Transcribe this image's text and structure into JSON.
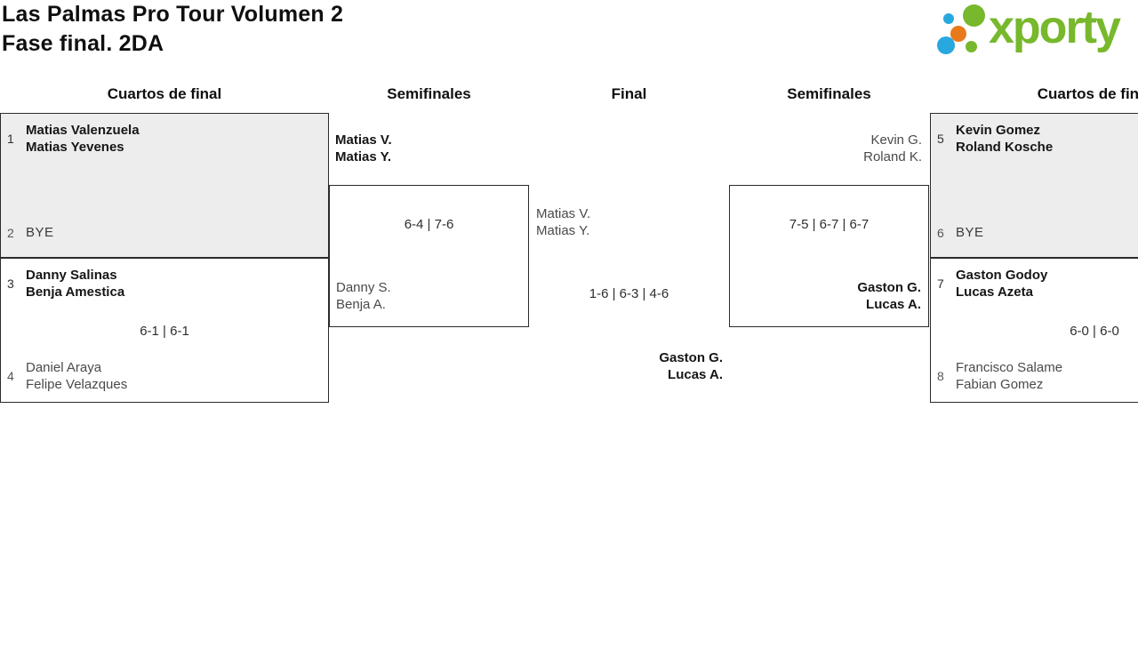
{
  "header": {
    "title_line1": "Las Palmas Pro Tour Volumen 2",
    "title_line2": "Fase final. 2DA",
    "logo_text": "xporty",
    "logo_colors": {
      "green": "#77b82c",
      "blue": "#29a8e0",
      "orange": "#e87a1c"
    }
  },
  "columns": {
    "qf_left": "Cuartos de final",
    "sf_left": "Semifinales",
    "final": "Final",
    "sf_right": "Semifinales",
    "qf_right": "Cuartos de final"
  },
  "bracket": {
    "qf_left_1": {
      "seed_a": "1",
      "team_a": [
        "Matias Valenzuela",
        "Matias Yevenes"
      ],
      "seed_b": "2",
      "team_b_bye": "BYE"
    },
    "qf_left_2": {
      "seed_a": "3",
      "team_a": [
        "Danny Salinas",
        "Benja Amestica"
      ],
      "score": "6-1 | 6-1",
      "seed_b": "4",
      "team_b": [
        "Daniel Araya",
        "Felipe Velazques"
      ]
    },
    "sf_left": {
      "winner": [
        "Matias V.",
        "Matias Y."
      ],
      "score": "6-4 | 7-6",
      "loser": [
        "Danny S.",
        "Benja A."
      ]
    },
    "final": {
      "team_a": [
        "Matias V.",
        "Matias Y."
      ],
      "score": "1-6 | 6-3 | 4-6",
      "winner": [
        "Gaston G.",
        "Lucas A."
      ]
    },
    "sf_right": {
      "feeder": [
        "Kevin G.",
        "Roland K."
      ],
      "score": "7-5 | 6-7 | 6-7",
      "winner": [
        "Gaston G.",
        "Lucas A."
      ]
    },
    "qf_right_1": {
      "seed_a": "5",
      "team_a": [
        "Kevin Gomez",
        "Roland Kosche"
      ],
      "seed_b": "6",
      "team_b_bye": "BYE"
    },
    "qf_right_2": {
      "seed_a": "7",
      "team_a": [
        "Gaston Godoy",
        "Lucas Azeta"
      ],
      "score": "6-0 | 6-0",
      "seed_b": "8",
      "team_b": [
        "Francisco Salame",
        "Fabian Gomez"
      ]
    }
  }
}
